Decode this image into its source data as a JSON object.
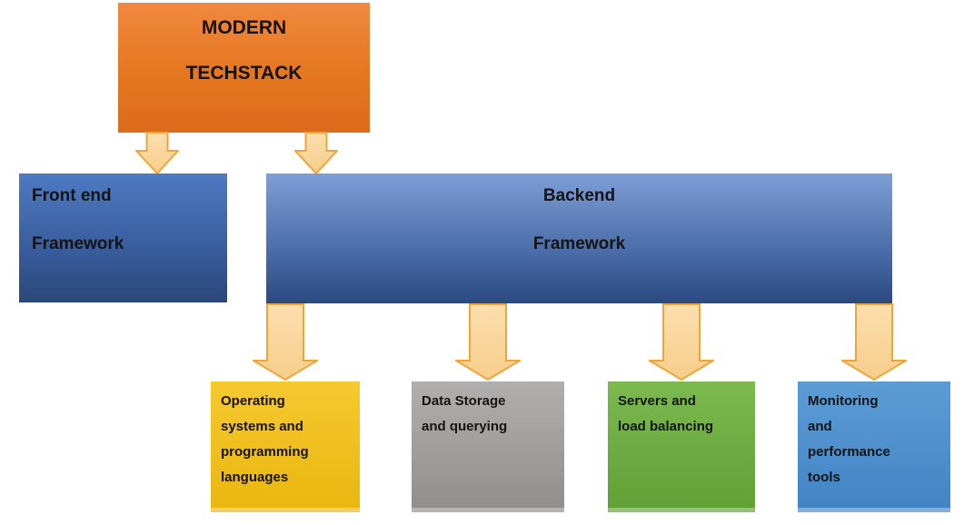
{
  "diagram": {
    "title": "Modern Techstack diagram",
    "nodes": {
      "root": {
        "lines": [
          "MODERN",
          "TECHSTACK"
        ],
        "fill_top": "#f0883e",
        "fill_bottom": "#dc6b1c",
        "text_color": "#141414"
      },
      "frontend": {
        "lines": [
          "Front end",
          "Framework"
        ],
        "fill_top": "#4e7ac2",
        "fill_bottom": "#2a4778",
        "text_color": "#141414"
      },
      "backend": {
        "lines": [
          "Backend",
          "Framework"
        ],
        "fill_top": "#7f9ed6",
        "fill_bottom": "#2b4a80",
        "text_color": "#141414"
      },
      "os": {
        "lines": [
          "Operating",
          "systems and",
          "programming",
          "languages"
        ],
        "fill_top": "#f6c92f",
        "fill_bottom": "#eab60e",
        "text_color": "#141414"
      },
      "storage": {
        "lines": [
          "Data Storage",
          "and querying"
        ],
        "fill_top": "#b0afad",
        "fill_bottom": "#8f8e8c",
        "text_color": "#141414"
      },
      "servers": {
        "lines": [
          "Servers and",
          "load balancing"
        ],
        "fill_top": "#7cba50",
        "fill_bottom": "#5f9f34",
        "text_color": "#141414"
      },
      "monitoring": {
        "lines": [
          "Monitoring",
          "and",
          "performance",
          "tools"
        ],
        "fill_top": "#5c9cd6",
        "fill_bottom": "#4183c4",
        "text_color": "#141414"
      }
    },
    "arrows": {
      "fill_top": "#fcdfae",
      "fill_bottom": "#f6cd8b",
      "stroke": "#eda53e",
      "connections": [
        "root -> frontend",
        "root -> backend",
        "backend -> os",
        "backend -> storage",
        "backend -> servers",
        "backend -> monitoring"
      ]
    }
  }
}
